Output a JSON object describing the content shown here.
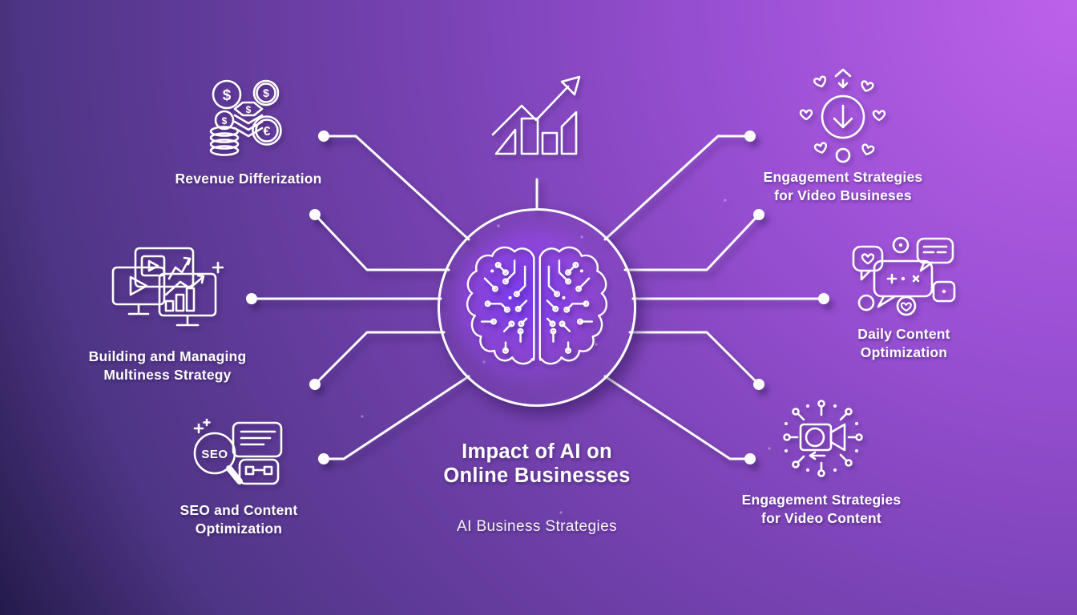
{
  "title": {
    "line1": "Impact of AI on",
    "line2": "Online Businesses"
  },
  "subtitle": "AI Business Strategies",
  "hub": {
    "icon": "ai-circuit-brain-icon"
  },
  "top_decoration": {
    "icon": "growth-chart-icon"
  },
  "nodes": [
    {
      "id": "revenue-diversification",
      "position": "top-left",
      "icon": "money-coins-icon",
      "lines": [
        "Revenue Differization"
      ]
    },
    {
      "id": "multiness-strategy",
      "position": "middle-left",
      "icon": "video-monitors-icon",
      "lines": [
        "Building and Managing",
        "Multiness Strategy"
      ]
    },
    {
      "id": "seo-content-optimization",
      "position": "bottom-left",
      "icon": "seo-magnifier-icon",
      "lines": [
        "SEO and Content",
        "Optimization"
      ]
    },
    {
      "id": "engagement-video-businesses",
      "position": "top-right",
      "icon": "engagement-hearts-icon",
      "lines": [
        "Engagement Strategies",
        "for Video Busineses"
      ]
    },
    {
      "id": "daily-content-optimization",
      "position": "middle-right",
      "icon": "chat-bubbles-icon",
      "lines": [
        "Daily Content",
        "Optimization"
      ]
    },
    {
      "id": "engagement-video-content",
      "position": "bottom-right",
      "icon": "video-camera-network-icon",
      "lines": [
        "Engagement Strategies",
        "for Video Content"
      ]
    }
  ],
  "icon_glyphs": {
    "seo": "SEO",
    "dollar": "$",
    "euro": "€"
  },
  "colors": {
    "line": "#ffffff",
    "text": "#ffffff",
    "bg_top_right": "#bd62ea",
    "bg_mid": "#7b43b6",
    "bg_bottom_left": "#241a4a",
    "brain_glow": "#783af5"
  }
}
